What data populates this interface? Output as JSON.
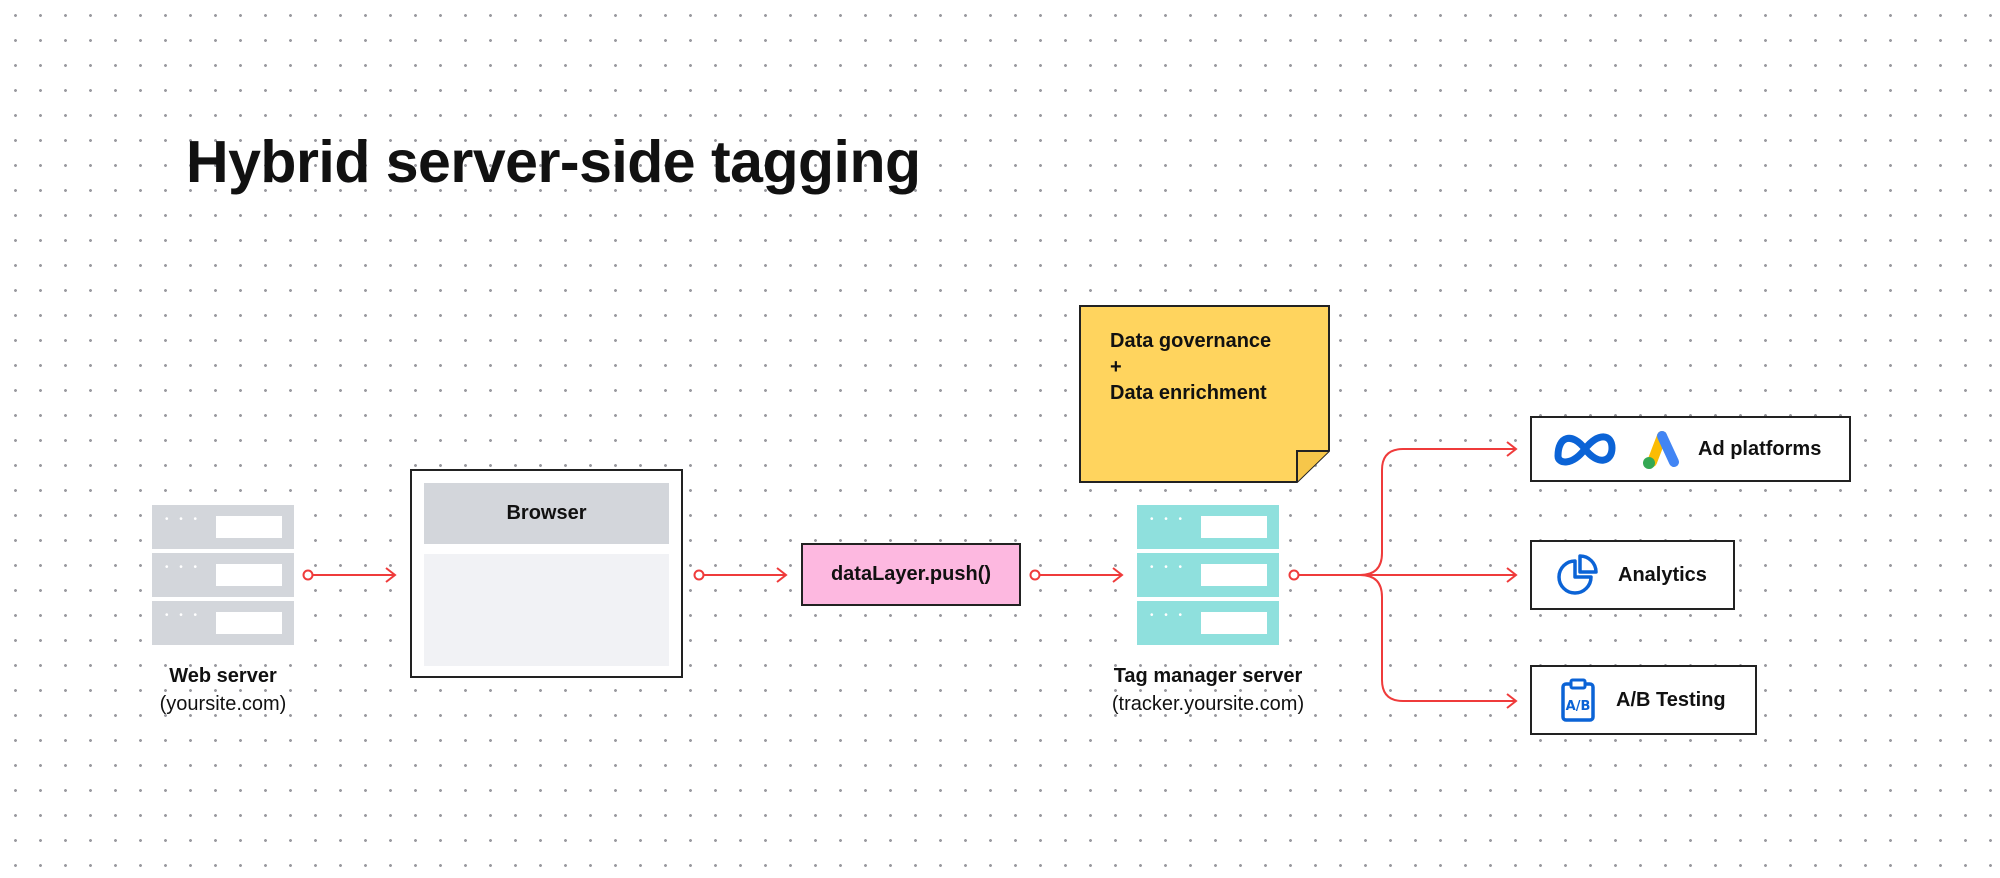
{
  "title": "Hybrid server-side tagging",
  "web_server": {
    "name": "Web server",
    "domain": "(yoursite.com)"
  },
  "browser": {
    "label": "Browser"
  },
  "datalayer": {
    "label": "dataLayer.push()"
  },
  "note": {
    "line1": "Data governance",
    "line2": "+",
    "line3": "Data enrichment"
  },
  "tag_server": {
    "name": "Tag manager server",
    "domain": "(tracker.yoursite.com)"
  },
  "destinations": [
    {
      "label": "Ad platforms",
      "icons": [
        "meta-icon",
        "google-ads-icon"
      ]
    },
    {
      "label": "Analytics",
      "icons": [
        "pie-chart-icon"
      ]
    },
    {
      "label": "A/B Testing",
      "icons": [
        "clipboard-ab-icon"
      ]
    }
  ],
  "colors": {
    "connector": "#ef3b3b",
    "server_gray": "#d3d6db",
    "server_teal": "#8fe0dd",
    "datalayer_fill": "#fdb8e0",
    "note_fill": "#ffd45e",
    "icon_blue": "#0b63d6"
  }
}
